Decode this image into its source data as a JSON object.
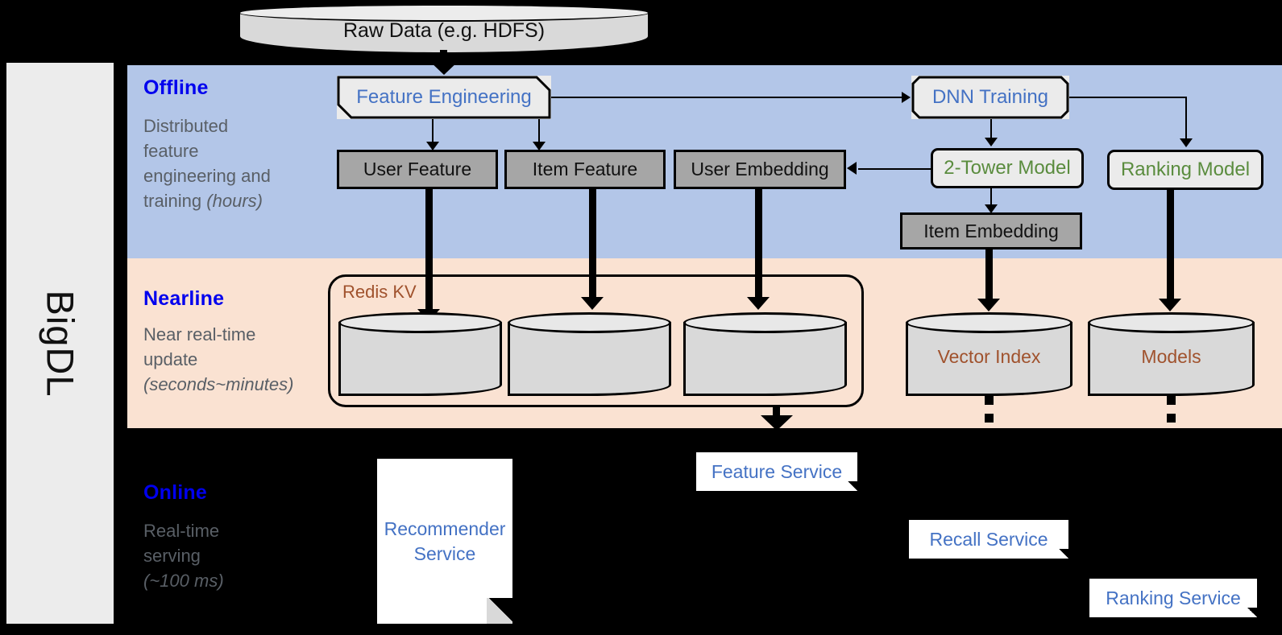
{
  "platform": {
    "name": "BigDL"
  },
  "source": {
    "label": "Raw Data (e.g. HDFS)"
  },
  "bands": [
    {
      "key": "offline",
      "title": "Offline",
      "subtitle_l1": "Distributed",
      "subtitle_l2": "feature",
      "subtitle_l3": "engineering and",
      "subtitle_l4": "training ",
      "subtitle_em": "(hours)"
    },
    {
      "key": "nearline",
      "title": "Nearline",
      "subtitle_l1": "Near real-time",
      "subtitle_l2": "update",
      "subtitle_em": "(seconds~minutes)"
    },
    {
      "key": "online",
      "title": "Online",
      "subtitle_l1": "Real-time",
      "subtitle_l2": "serving",
      "subtitle_em": "(~100 ms)"
    }
  ],
  "offline": {
    "feature_engineering": "Feature Engineering",
    "dnn_training": "DNN Training",
    "user_feature": "User Feature",
    "item_feature": "Item Feature",
    "user_embedding": "User Embedding",
    "two_tower_model": "2-Tower Model",
    "ranking_model": "Ranking Model",
    "item_embedding": "Item Embedding"
  },
  "nearline": {
    "redis_kv": "Redis KV",
    "store_user_feature": "",
    "store_item_feature": "",
    "store_user_embedding": "",
    "vector_index": "Vector Index",
    "models": "Models"
  },
  "online": {
    "recommender_service": "Recommender Service",
    "feature_service": "Feature Service",
    "recall_service": "Recall Service",
    "ranking_service": "Ranking Service"
  },
  "colors": {
    "offline_band": "#b3c6e8",
    "nearline_band": "#fae2d2",
    "online_band": "#000000",
    "band_title": "#0000ee",
    "band_subtitle": "#595f66",
    "process_blue": "#4472c4",
    "model_green": "#5a8c3e",
    "store_brown": "#a0522d",
    "grey_box": "#a6a6a6",
    "sidebar": "#ececec"
  }
}
